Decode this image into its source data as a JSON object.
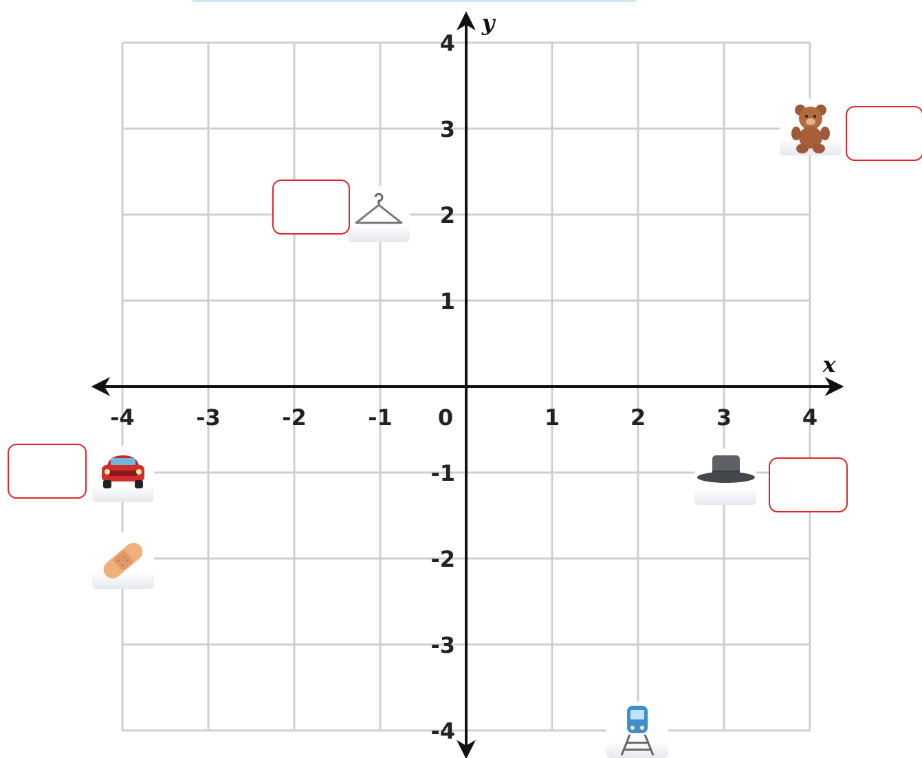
{
  "axes": {
    "x_label": "x",
    "y_label": "y",
    "origin_label": "0",
    "x_ticks": [
      "-4",
      "-3",
      "-2",
      "-1",
      "1",
      "2",
      "3",
      "4"
    ],
    "y_ticks": [
      "4",
      "3",
      "2",
      "1",
      "-1",
      "-2",
      "-3",
      "-4"
    ],
    "range": [
      -4,
      4
    ],
    "grid": true
  },
  "colors": {
    "grid": "#cfcfcf",
    "axis": "#111111",
    "answer_border": "#e3242b",
    "top_bar": "#cfe8f2"
  },
  "objects": [
    {
      "id": "teddy-bear",
      "icon": "teddy-bear-icon",
      "x": 4,
      "y": 3,
      "has_answer_box": true
    },
    {
      "id": "coat-hanger",
      "icon": "coat-hanger-icon",
      "x": -1,
      "y": 2,
      "has_answer_box": true
    },
    {
      "id": "car",
      "icon": "car-icon",
      "x": -4,
      "y": -1,
      "has_answer_box": true
    },
    {
      "id": "top-hat",
      "icon": "top-hat-icon",
      "x": 3,
      "y": -1,
      "has_answer_box": true
    },
    {
      "id": "bandage",
      "icon": "bandage-icon",
      "x": -4,
      "y": -2,
      "has_answer_box": false
    },
    {
      "id": "train",
      "icon": "train-icon",
      "x": 2,
      "y": -4,
      "has_answer_box": false
    }
  ],
  "answers": {
    "teddy_bear": "",
    "coat_hanger": "",
    "car": "",
    "top_hat": ""
  }
}
